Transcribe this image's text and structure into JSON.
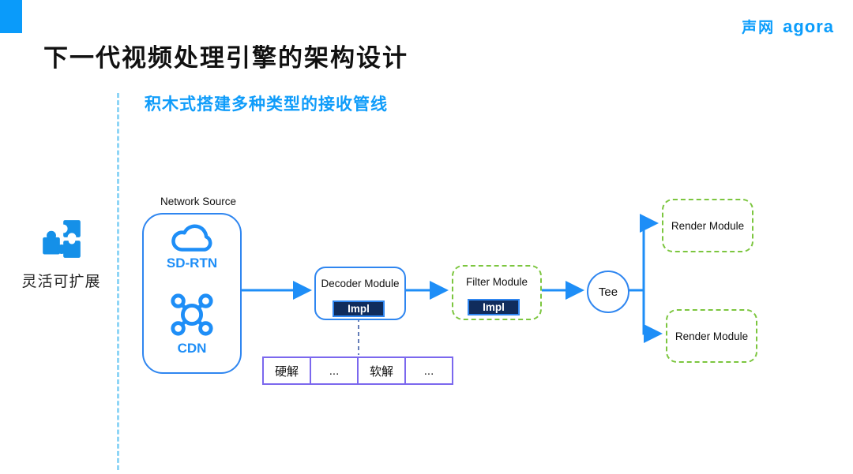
{
  "slide": {
    "title": "下一代视频处理引擎的架构设计",
    "subtitle": "积木式搭建多种类型的接收管线",
    "brand": {
      "cjk": "声网",
      "latin": "agora"
    },
    "feature_label": "灵活可扩展"
  },
  "diagram": {
    "network_source": {
      "label": "Network Source",
      "items": [
        {
          "name": "SD-RTN"
        },
        {
          "name": "CDN"
        }
      ]
    },
    "decoder": {
      "label": "Decoder Module",
      "impl": "Impl"
    },
    "filter": {
      "label": "Filter Module",
      "impl": "Impl"
    },
    "tee": {
      "label": "Tee"
    },
    "render_top": {
      "label": "Render Module"
    },
    "render_bottom": {
      "label": "Render Module"
    },
    "decoder_impl_options": [
      "硬解",
      "...",
      "软解",
      "..."
    ]
  },
  "colors": {
    "brand_blue": "#0a9bfa",
    "flow_blue": "#1e8ef7",
    "box_border_blue": "#2f86f0",
    "green_dashed": "#7cc63f",
    "impl_navy": "#102c5c",
    "table_purple": "#7b68ee",
    "separator_light_blue": "#8ed5f6",
    "subtitle_blue": "#0f9cfa"
  }
}
